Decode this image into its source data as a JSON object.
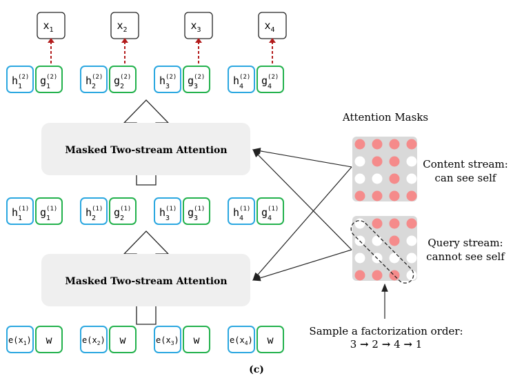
{
  "outputs": [
    "x",
    "x",
    "x",
    "x"
  ],
  "output_subs": [
    "1",
    "2",
    "3",
    "4"
  ],
  "layer2": {
    "h_sub": [
      "1",
      "2",
      "3",
      "4"
    ],
    "g_sub": [
      "1",
      "2",
      "3",
      "4"
    ],
    "sup": "(2)",
    "h": "h",
    "g": "g"
  },
  "layer1": {
    "h_sub": [
      "1",
      "2",
      "3",
      "4"
    ],
    "g_sub": [
      "1",
      "2",
      "3",
      "4"
    ],
    "sup": "(1)",
    "h": "h",
    "g": "g"
  },
  "inputs": {
    "e_labels": [
      "e(x",
      "e(x",
      "e(x",
      "e(x"
    ],
    "e_subs": [
      "1",
      "2",
      "3",
      "4"
    ],
    "close": ")",
    "w_label": "w"
  },
  "attention_block_top": "Masked Two-stream Attention",
  "attention_block_bottom": "Masked Two-stream Attention",
  "attention_masks_title": "Attention Masks",
  "content_stream": {
    "line1": "Content stream:",
    "line2": "can see self"
  },
  "query_stream": {
    "line1": "Query stream:",
    "line2": "cannot see self"
  },
  "sample_order": {
    "line1": "Sample a factorization order:",
    "order": [
      "3",
      "2",
      "4",
      "1"
    ],
    "arrow": "→"
  },
  "caption": "(c)",
  "colors": {
    "h_border": "#2aa7e0",
    "g_border": "#22b14c",
    "block_fill": "#efefef",
    "mask_bg": "#d9d9d9",
    "mask_on": "#f58b8b",
    "mask_off": "#ffffff",
    "red_dashed": "#b21a1a"
  },
  "content_mask": [
    [
      1,
      1,
      1,
      1
    ],
    [
      0,
      1,
      1,
      0
    ],
    [
      0,
      0,
      1,
      0
    ],
    [
      1,
      1,
      1,
      1
    ]
  ],
  "query_mask": [
    [
      0,
      1,
      1,
      1
    ],
    [
      0,
      0,
      1,
      0
    ],
    [
      0,
      0,
      0,
      0
    ],
    [
      1,
      1,
      1,
      0
    ]
  ]
}
